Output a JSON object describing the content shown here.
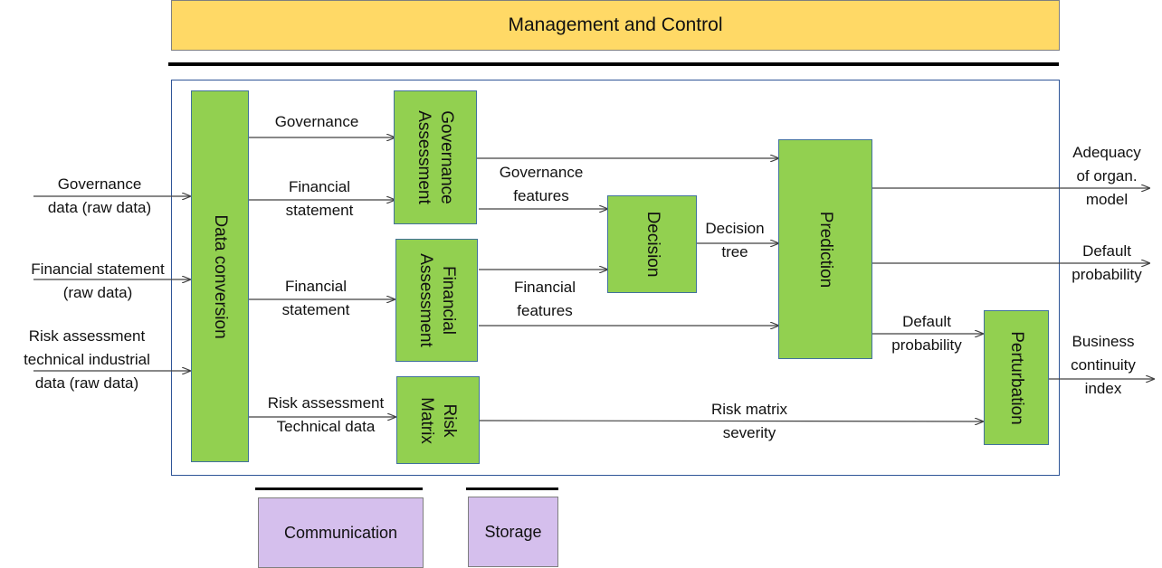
{
  "header": {
    "title": "Management and Control"
  },
  "blocks": {
    "data_conversion": "Data conversion",
    "governance_assessment": [
      "Governance",
      "Assessment"
    ],
    "financial_assessment": [
      "Financial",
      "Assessment"
    ],
    "risk_matrix": [
      "Risk",
      "Matrix"
    ],
    "decision": "Decision",
    "prediction": "Prediction",
    "perturbation": "Perturbation"
  },
  "inputs": {
    "governance": [
      "Governance",
      "data (raw data)"
    ],
    "financial": [
      "Financial statement",
      "(raw data)"
    ],
    "risk": [
      "Risk assessment",
      "technical industrial",
      "data  (raw data)"
    ]
  },
  "flows": {
    "governance": "Governance",
    "financial_statement_1": [
      "Financial",
      "statement"
    ],
    "financial_statement_2": [
      "Financial",
      "statement"
    ],
    "risk_assessment": [
      "Risk assessment",
      "Technical data"
    ],
    "governance_features": [
      "Governance",
      "features"
    ],
    "financial_features": [
      "Financial",
      "features"
    ],
    "decision_tree": [
      "Decision",
      "tree"
    ],
    "default_probability_mid": [
      "Default",
      "probability"
    ],
    "risk_matrix_severity": [
      "Risk matrix",
      "severity"
    ]
  },
  "outputs": {
    "adequacy": [
      "Adequacy",
      "of organ.",
      "model"
    ],
    "default_probability": [
      "Default",
      "probability"
    ],
    "business_continuity": [
      "Business",
      "continuity",
      "index"
    ]
  },
  "footer": {
    "communication": "Communication",
    "storage": "Storage"
  }
}
